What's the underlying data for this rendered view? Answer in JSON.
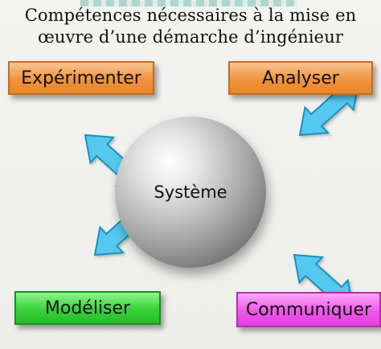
{
  "title": {
    "line1": "Compétences nécessaires à la mise en",
    "line2": "œuvre d’une démarche d’ingénieur"
  },
  "center": {
    "label": "Système"
  },
  "boxes": {
    "experimenter": "Expérimenter",
    "analyser": "Analyser",
    "modeliser": "Modéliser",
    "communiquer": "Communiquer"
  },
  "colors": {
    "orange": "#ef9440",
    "green": "#38d33a",
    "magenta": "#ee59e8",
    "arrow": "#54c8ef",
    "sphere": "#a6a6a6"
  },
  "icons": {
    "connector": "double-headed-arrow"
  }
}
